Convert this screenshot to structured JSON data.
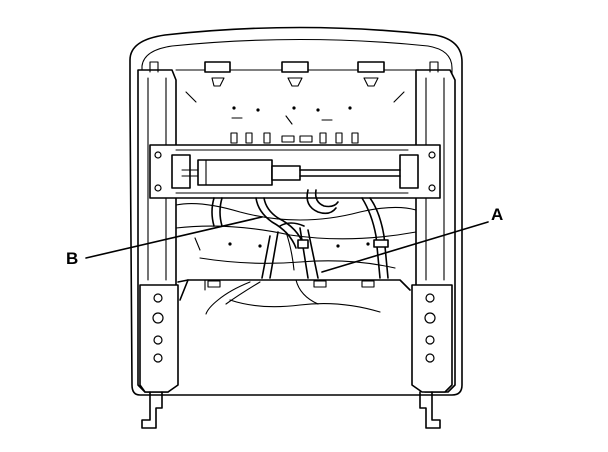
{
  "diagram": {
    "callouts": [
      {
        "id": "A",
        "label": "A"
      },
      {
        "id": "B",
        "label": "B"
      }
    ],
    "colors": {
      "line": "#000000",
      "background": "#ffffff"
    }
  }
}
